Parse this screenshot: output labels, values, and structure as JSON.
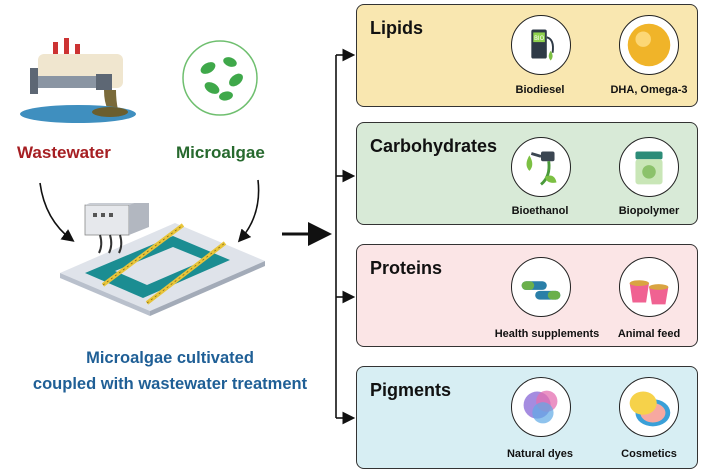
{
  "sources": {
    "wastewater": "Wastewater",
    "microalgae": "Microalgae"
  },
  "caption": {
    "line1": "Microalgae cultivated",
    "line2": "coupled with wastewater treatment"
  },
  "panels": [
    {
      "title": "Lipids",
      "bg": "#f9e7b0",
      "items": [
        {
          "label": "Biodiesel",
          "icon": "biodiesel-pump-icon"
        },
        {
          "label": "DHA, Omega-3",
          "icon": "omega-capsule-icon"
        }
      ]
    },
    {
      "title": "Carbohydrates",
      "bg": "#d8ead7",
      "items": [
        {
          "label": "Bioethanol",
          "icon": "bioethanol-nozzle-icon"
        },
        {
          "label": "Biopolymer",
          "icon": "biopolymer-jar-icon"
        }
      ]
    },
    {
      "title": "Proteins",
      "bg": "#fbe5e6",
      "items": [
        {
          "label": "Health supplements",
          "icon": "supplement-pills-icon"
        },
        {
          "label": "Animal feed",
          "icon": "feed-buckets-icon"
        }
      ]
    },
    {
      "title": "Pigments",
      "bg": "#d7eef3",
      "items": [
        {
          "label": "Natural dyes",
          "icon": "dye-splash-icon"
        },
        {
          "label": "Cosmetics",
          "icon": "cosmetics-compact-icon"
        }
      ]
    }
  ],
  "colors": {
    "wastewater": "#a61e22",
    "microalgae": "#27692e",
    "caption": "#1f5f96"
  }
}
